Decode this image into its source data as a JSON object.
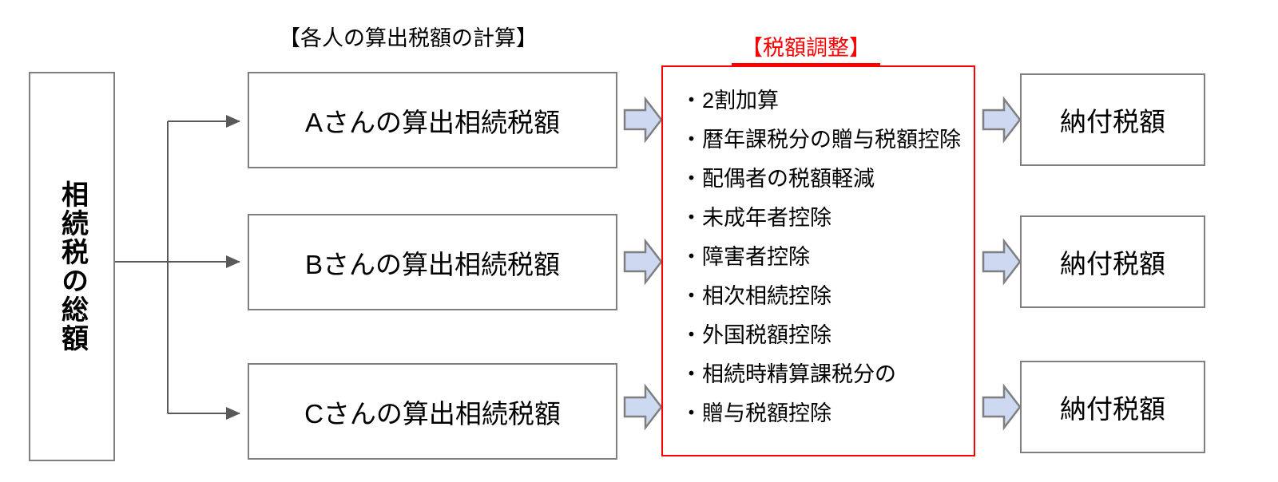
{
  "diagram": {
    "title_calc": "【各人の算出税額の計算】",
    "title_adjust": "【税額調整】",
    "total_box": {
      "label": "相続税の総額"
    },
    "person_boxes": [
      {
        "label": "Aさんの算出相続税額"
      },
      {
        "label": "Bさんの算出相続税額"
      },
      {
        "label": "Cさんの算出相続税額"
      }
    ],
    "adjustment_items": [
      "・2割加算",
      "・暦年課税分の贈与税額控除",
      "・配偶者の税額軽減",
      "・未成年者控除",
      "・障害者控除",
      "・相次相続控除",
      "・外国税額控除",
      "・相続時精算課税分の",
      "・贈与税額控除"
    ],
    "payable_boxes": [
      {
        "label": "納付税額"
      },
      {
        "label": "納付税額"
      },
      {
        "label": "納付税額"
      }
    ],
    "colors": {
      "box_border": "#7f7f7f",
      "adjust_border": "#ff0000",
      "adjust_title": "#ff0000",
      "arrow_fill": "#ccd9f0",
      "arrow_stroke": "#7f7f7f",
      "connector_line": "#595959",
      "text": "#000000",
      "background": "#ffffff"
    }
  }
}
